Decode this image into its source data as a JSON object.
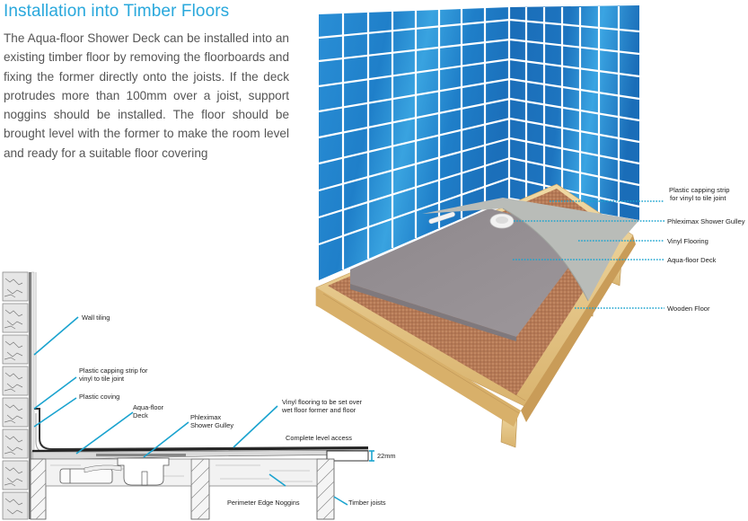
{
  "title": "Installation into Timber Floors",
  "body": "The Aqua-floor Shower Deck can be installed into an existing timber floor by removing the floorboards and fixing the former directly onto the joists. If the deck protrudes more than 100mm over a joist, support noggins should be installed. The floor should be brought level with the former to make the room level and ready for a suitable floor covering",
  "colors": {
    "title": "#29a8dc",
    "leader_line": "#1aa3cf",
    "tile_blue": "#1e7fc8",
    "tile_grout": "#ffffff",
    "deck_grey": "#8f8a8e",
    "vinyl_grey": "#b9bcb8",
    "cork": "#b77a55",
    "timber": "#e8c98a"
  },
  "illustration_3d": {
    "labels": [
      {
        "id": "capping",
        "line1": "Plastic capping strip",
        "line2": "for vinyl to tile joint"
      },
      {
        "id": "gulley",
        "line1": "Phleximax Shower Gulley"
      },
      {
        "id": "vinyl",
        "line1": "Vinyl Flooring"
      },
      {
        "id": "deck",
        "line1": "Aqua-floor Deck"
      },
      {
        "id": "wooden",
        "line1": "Wooden Floor"
      }
    ]
  },
  "cross_section": {
    "labels": {
      "wall_tiling": "Wall tiling",
      "capping_1": "Plastic capping strip for",
      "capping_2": "vinyl to tile joint",
      "coving": "Plastic coving",
      "deck_1": "Aqua-floor",
      "deck_2": "Deck",
      "gulley_1": "Phleximax",
      "gulley_2": "Shower Gulley",
      "vinyl_1": "Vinyl flooring to be set over",
      "vinyl_2": "wet floor former and floor",
      "level_access": "Complete level access",
      "dimension": "22mm",
      "noggins": "Perimeter Edge Noggins",
      "joists": "Timber joists"
    }
  }
}
